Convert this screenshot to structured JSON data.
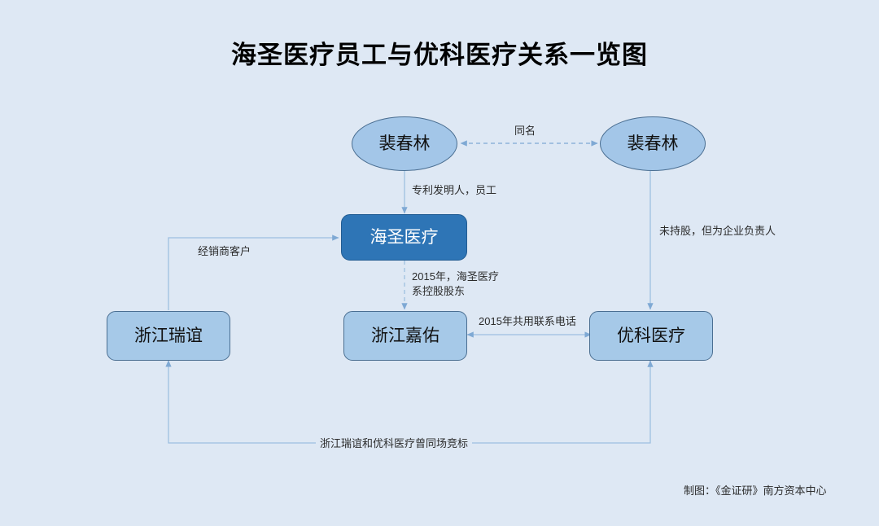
{
  "page": {
    "title": "海圣医疗员工与优科医疗关系一览图",
    "background_color": "#dee8f4",
    "footer": "制图：《金证研》南方资本中心"
  },
  "theme": {
    "accent_primary": "#2e75b6",
    "node_fill": "#a6c9e8",
    "node_stroke": "#4a6e91",
    "connector_color": "#9dbfe0",
    "text_color": "#111111",
    "title_color": "#000000"
  },
  "nodes": [
    {
      "id": "pei-left",
      "label": "裴春林",
      "shape": "ellipse",
      "style": "light"
    },
    {
      "id": "pei-right",
      "label": "裴春林",
      "shape": "ellipse",
      "style": "light"
    },
    {
      "id": "haisheng",
      "label": "海圣医疗",
      "shape": "rect",
      "style": "primary"
    },
    {
      "id": "ruiyi",
      "label": "浙江瑞谊",
      "shape": "rect",
      "style": "light"
    },
    {
      "id": "jiayou",
      "label": "浙江嘉佑",
      "shape": "rect",
      "style": "light"
    },
    {
      "id": "youke",
      "label": "优科医疗",
      "shape": "rect",
      "style": "light"
    }
  ],
  "edges": [
    {
      "id": "e-tongming",
      "from": "pei-right",
      "to": "pei-left",
      "label": "同名",
      "style": "dashed",
      "arrows": "both"
    },
    {
      "id": "e-zhuanli",
      "from": "pei-left",
      "to": "haisheng",
      "label": "专利发明人，员工",
      "style": "solid",
      "arrows": "end"
    },
    {
      "id": "e-kongqu",
      "from": "haisheng",
      "to": "jiayou",
      "label": "2015年，海圣医疗\n系控股股东",
      "style": "dashed",
      "arrows": "end"
    },
    {
      "id": "e-jingxiao",
      "from": "ruiyi",
      "to": "haisheng",
      "label": "经销商客户",
      "style": "solid",
      "arrows": "end"
    },
    {
      "id": "e-fuzeren",
      "from": "pei-right",
      "to": "youke",
      "label": "未持股，但为企业负责人",
      "style": "solid",
      "arrows": "end"
    },
    {
      "id": "e-dianhua",
      "from": "youke",
      "to": "jiayou",
      "label": "2015年共用联系电话",
      "style": "solid",
      "arrows": "both"
    },
    {
      "id": "e-jingbiao",
      "from": "ruiyi",
      "to": "youke",
      "label": "浙江瑞谊和优科医疗曾同场竞标",
      "style": "solid",
      "arrows": "both"
    }
  ]
}
